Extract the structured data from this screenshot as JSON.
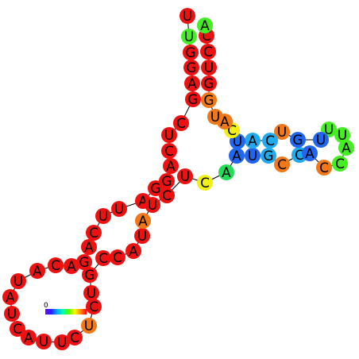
{
  "figure": {
    "type": "rna-secondary-structure",
    "colors": {
      "red": "#ee1111",
      "orange": "#f07818",
      "yellow": "#f0f018",
      "lime": "#44ee22",
      "green": "#22dd55",
      "cyan": "#22aaee",
      "blue": "#2266ee",
      "backbone": "#000000"
    },
    "scale": {
      "min_label": "0",
      "gradient": [
        "#7700ff",
        "#2222ff",
        "#00aaff",
        "#00ffaa",
        "#55ff00",
        "#ffff00",
        "#ff8800",
        "#ff0000"
      ]
    },
    "nucleotides": [
      {
        "base": "U",
        "color": "red"
      },
      {
        "base": "U",
        "color": "lime"
      },
      {
        "base": "G",
        "color": "red"
      },
      {
        "base": "G",
        "color": "red"
      },
      {
        "base": "A",
        "color": "red"
      },
      {
        "base": "G",
        "color": "red"
      },
      {
        "base": "C",
        "color": "red"
      },
      {
        "base": "U",
        "color": "red"
      },
      {
        "base": "C",
        "color": "red"
      },
      {
        "base": "A",
        "color": "red"
      },
      {
        "base": "G",
        "color": "red"
      },
      {
        "base": "G",
        "color": "red"
      },
      {
        "base": "A",
        "color": "red"
      },
      {
        "base": "U",
        "color": "red"
      },
      {
        "base": "U",
        "color": "red"
      },
      {
        "base": "C",
        "color": "red"
      },
      {
        "base": "A",
        "color": "red"
      },
      {
        "base": "G",
        "color": "red"
      },
      {
        "base": "A",
        "color": "red"
      },
      {
        "base": "C",
        "color": "red"
      },
      {
        "base": "A",
        "color": "red"
      },
      {
        "base": "U",
        "color": "red"
      },
      {
        "base": "A",
        "color": "red"
      },
      {
        "base": "U",
        "color": "red"
      },
      {
        "base": "C",
        "color": "red"
      },
      {
        "base": "A",
        "color": "red"
      },
      {
        "base": "U",
        "color": "red"
      },
      {
        "base": "U",
        "color": "red"
      },
      {
        "base": "C",
        "color": "red"
      },
      {
        "base": "U",
        "color": "orange"
      },
      {
        "base": "C",
        "color": "red"
      },
      {
        "base": "U",
        "color": "red"
      },
      {
        "base": "G",
        "color": "red"
      },
      {
        "base": "C",
        "color": "red"
      },
      {
        "base": "C",
        "color": "red"
      },
      {
        "base": "A",
        "color": "red"
      },
      {
        "base": "U",
        "color": "red"
      },
      {
        "base": "A",
        "color": "orange"
      },
      {
        "base": "U",
        "color": "red"
      },
      {
        "base": "C",
        "color": "red"
      },
      {
        "base": "U",
        "color": "red"
      },
      {
        "base": "C",
        "color": "yellow"
      },
      {
        "base": "A",
        "color": "green"
      },
      {
        "base": "A",
        "color": "blue"
      },
      {
        "base": "U",
        "color": "blue"
      },
      {
        "base": "G",
        "color": "cyan"
      },
      {
        "base": "C",
        "color": "orange"
      },
      {
        "base": "C",
        "color": "cyan"
      },
      {
        "base": "A",
        "color": "blue"
      },
      {
        "base": "C",
        "color": "orange"
      },
      {
        "base": "C",
        "color": "lime"
      },
      {
        "base": "A",
        "color": "lime"
      },
      {
        "base": "U",
        "color": "lime"
      },
      {
        "base": "U",
        "color": "lime"
      },
      {
        "base": "U",
        "color": "blue"
      },
      {
        "base": "G",
        "color": "blue"
      },
      {
        "base": "U",
        "color": "orange"
      },
      {
        "base": "C",
        "color": "cyan"
      },
      {
        "base": "A",
        "color": "cyan"
      },
      {
        "base": "U",
        "color": "blue"
      },
      {
        "base": "C",
        "color": "yellow"
      },
      {
        "base": "A",
        "color": "orange"
      },
      {
        "base": "U",
        "color": "orange"
      },
      {
        "base": "G",
        "color": "orange"
      },
      {
        "base": "G",
        "color": "red"
      },
      {
        "base": "U",
        "color": "red"
      },
      {
        "base": "C",
        "color": "red"
      },
      {
        "base": "C",
        "color": "red"
      },
      {
        "base": "A",
        "color": "lime"
      }
    ]
  }
}
